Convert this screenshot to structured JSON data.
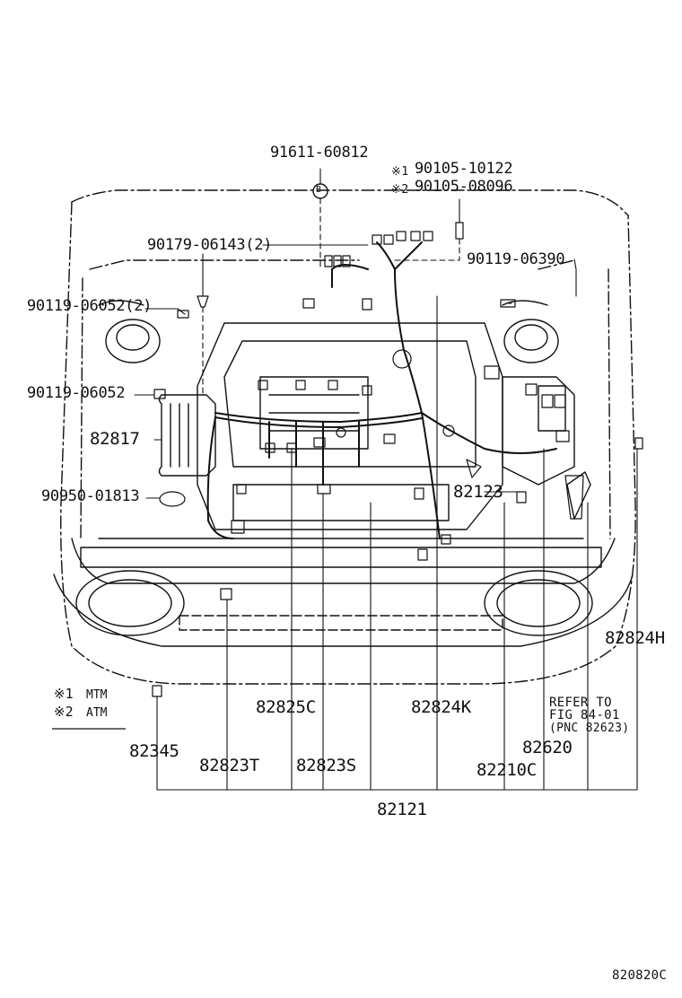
{
  "callouts": {
    "p91611": "91611-60812",
    "p90105a": "90105-10122",
    "p90105b": "90105-08096",
    "p90105a_mark": "※1",
    "p90105b_mark": "※2",
    "p90179": "90179-06143(2)",
    "p90119_06390": "90119-06390",
    "p90119_06052_2": "90119-06052(2)",
    "p90119_06052": "90119-06052",
    "p82817": "82817",
    "p90950": "90950-01813",
    "p82123": "82123",
    "p82824H": "82824H",
    "p82825C": "82825C",
    "p82824K": "82824K",
    "p82345": "82345",
    "p82823T": "82823T",
    "p82823S": "82823S",
    "p82210C": "82210C",
    "p82620": "82620",
    "p82121": "82121"
  },
  "refer": {
    "line1": "REFER TO",
    "line2": "FIG 84-01",
    "line3": "(PNC 82623)"
  },
  "legend": {
    "item1_mark": "※1",
    "item1_text": "MTM",
    "item2_mark": "※2",
    "item2_text": "ATM"
  },
  "symbol_b": "B",
  "figure_code": "820820C"
}
